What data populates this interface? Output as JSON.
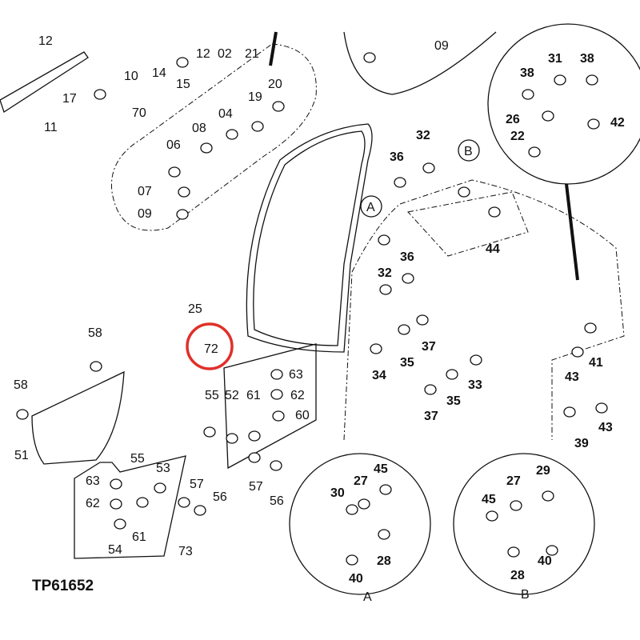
{
  "figure_code": "TP61652",
  "highlight_color": "#e0302a",
  "highlighted_label": "72",
  "labels": [
    "12",
    "10",
    "14",
    "15",
    "12",
    "02",
    "21",
    "17",
    "11",
    "70",
    "20",
    "19",
    "04",
    "08",
    "06",
    "07",
    "09",
    "09",
    "38",
    "31",
    "38",
    "26",
    "42",
    "22",
    "B",
    "36",
    "32",
    "A",
    "44",
    "36",
    "32",
    "25",
    "72",
    "58",
    "58",
    "51",
    "55",
    "52",
    "61",
    "63",
    "62",
    "60",
    "57",
    "56",
    "53",
    "55",
    "63",
    "62",
    "61",
    "54",
    "57",
    "56",
    "73",
    "34",
    "35",
    "37",
    "33",
    "35",
    "37",
    "43",
    "41",
    "39",
    "43",
    "45",
    "27",
    "30",
    "28",
    "40",
    "A",
    "29",
    "27",
    "45",
    "28",
    "40",
    "B"
  ]
}
